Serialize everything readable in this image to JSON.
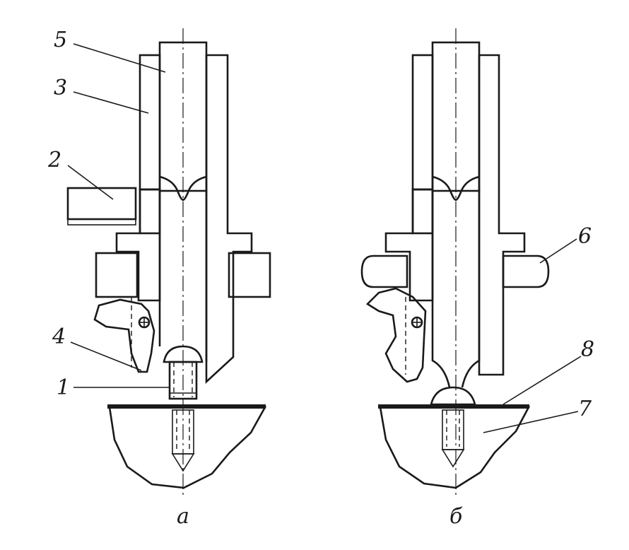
{
  "figure": {
    "panels": [
      {
        "id": "a",
        "caption": "а",
        "labels": [
          "5",
          "3",
          "2",
          "4",
          "1"
        ]
      },
      {
        "id": "b",
        "caption": "б",
        "labels": [
          "6",
          "8",
          "7"
        ]
      }
    ]
  },
  "colors": {
    "ink": "#1a1a1a",
    "background": "#ffffff"
  }
}
